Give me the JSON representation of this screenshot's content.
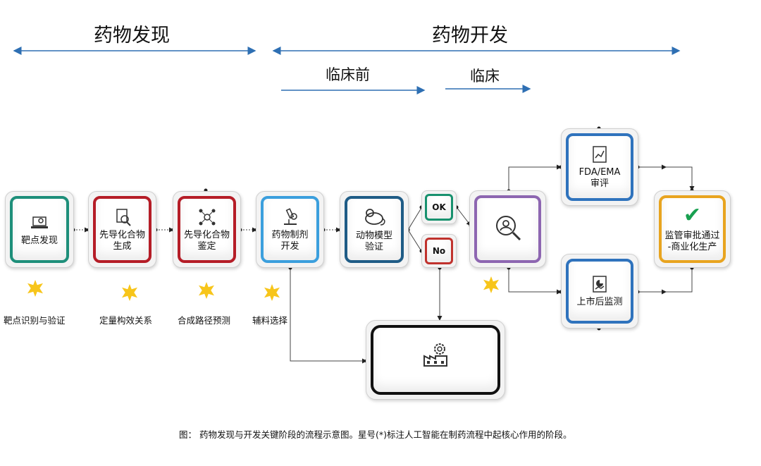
{
  "phases": {
    "discovery": "药物发现",
    "development": "药物开发",
    "preclinical": "临床前",
    "clinical": "临床"
  },
  "nodes": {
    "target_discovery": "靶点发现",
    "lead_generation": "先导化合物\n生成",
    "lead_identification": "先导化合物\n鉴定",
    "formulation": "药物制剂\n开发",
    "animal_model": "动物模型\n验证",
    "ok": "OK",
    "no": "No",
    "fda_ema": "FDA/EMA\n审评",
    "post_market": "上市后监测",
    "approval": "监管审批通过\n-商业化生产"
  },
  "ai_labels": {
    "target_id": "靶点识别与验证",
    "qsar": "定量构效关系",
    "synthesis": "合成路径预测",
    "excipient": "辅料选择"
  },
  "caption": "图：  药物发现与开发关键阶段的流程示意图。星号(*)标注人工智能在制药流程中起核心作用的阶段。",
  "colors": {
    "arrow_blue": "#2e6fb3",
    "teal": "#1e8f7a",
    "red": "#b51d27",
    "light_blue": "#3b9fdd",
    "dark_blue": "#1f5c86",
    "purple": "#8d66b1",
    "blue": "#2f73bd",
    "gold": "#e8a41f",
    "star": "#f7c51a",
    "check": "#18a050"
  }
}
